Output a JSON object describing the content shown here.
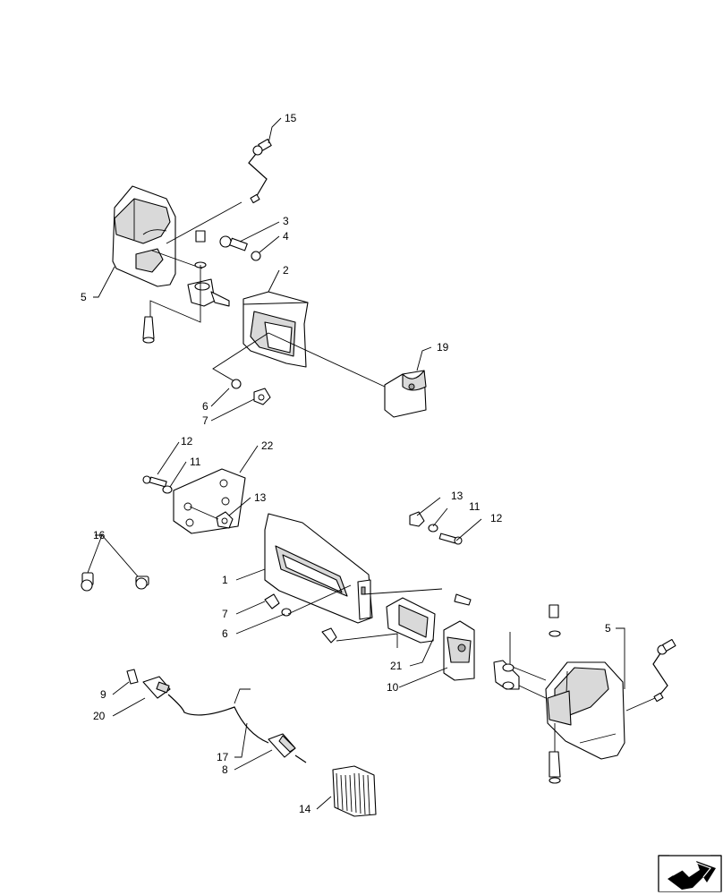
{
  "callouts": {
    "c15": "15",
    "c3": "3",
    "c4": "4",
    "c2": "2",
    "c5a": "5",
    "c19": "19",
    "c6a": "6",
    "c7a": "7",
    "c12a": "12",
    "c11a": "11",
    "c22": "22",
    "c13a": "13",
    "c13b": "13",
    "c11b": "11",
    "c12b": "12",
    "c16": "16",
    "c1": "1",
    "c7b": "7",
    "c6b": "6",
    "c5b": "5",
    "c21": "21",
    "c10": "10",
    "c9": "9",
    "c20": "20",
    "c17": "17",
    "c8": "8",
    "c14": "14"
  },
  "icons": {
    "nav": "next-page-arrow-icon"
  }
}
